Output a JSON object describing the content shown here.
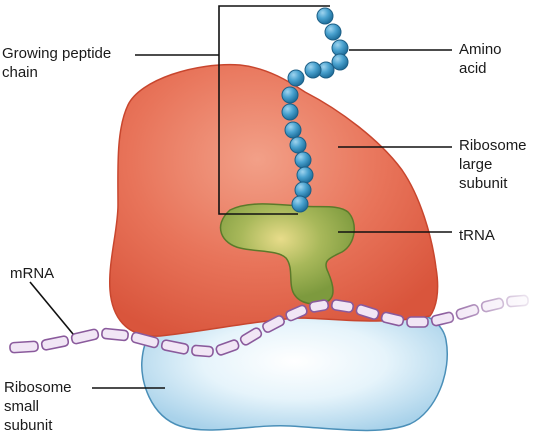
{
  "labels": {
    "peptide": "Growing peptide\nchain",
    "amino_acid": "Amino\nacid",
    "large_subunit": "Ribosome\nlarge\nsubunit",
    "trna": "tRNA",
    "mrna": "mRNA",
    "small_subunit": "Ribosome\nsmall\nsubunit"
  },
  "colors": {
    "large_subunit": "#e8664a",
    "small_subunit": "#cfe8f4",
    "trna": "#8aa64a",
    "amino_acid": "#3a95c4",
    "mrna": "#a77ab3"
  }
}
